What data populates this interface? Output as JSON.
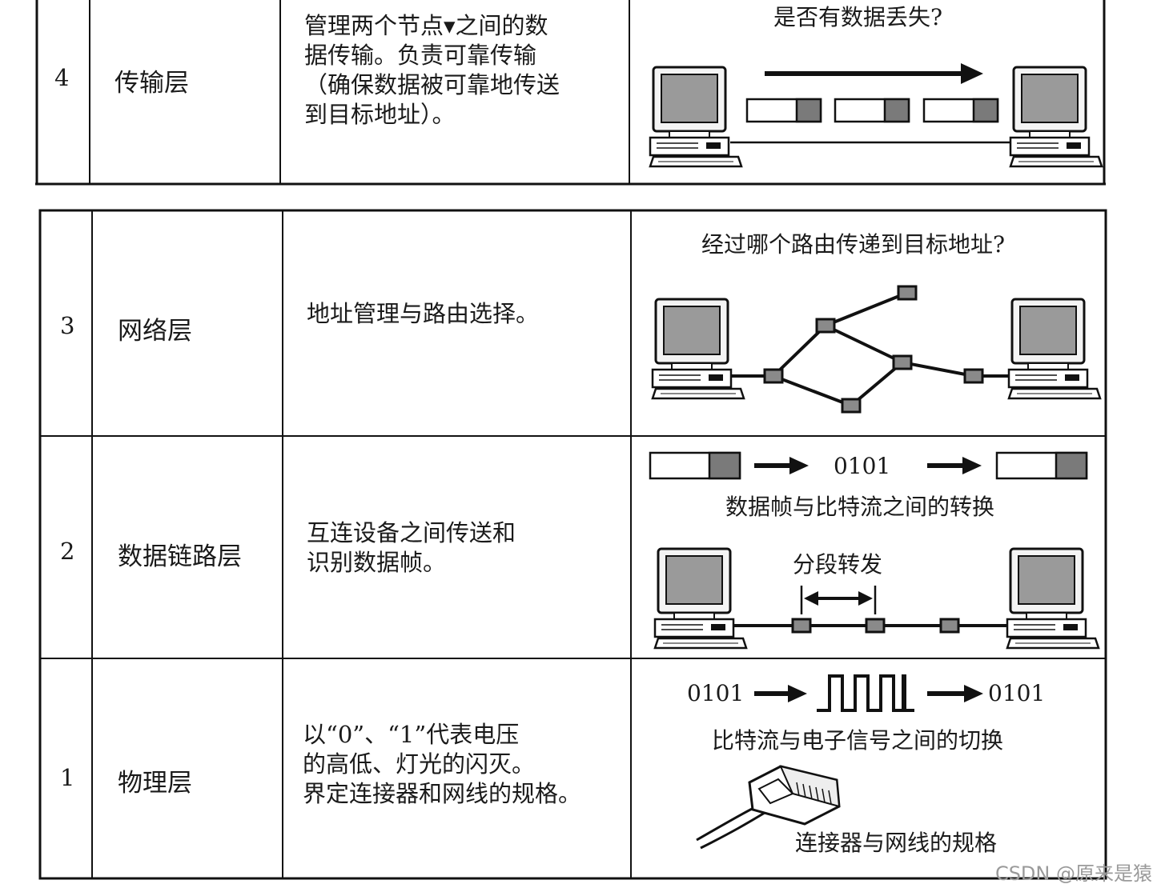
{
  "layers": [
    {
      "number": "4",
      "name": "传输层",
      "desc": [
        "管理两个节点▾之间的数",
        "据传输。负责可靠传输",
        "（确保数据被可靠地传送",
        "到目标地址）。"
      ],
      "diagram": {
        "caption": "是否有数据丢失?"
      }
    },
    {
      "number": "3",
      "name": "网络层",
      "desc": [
        "地址管理与路由选择。"
      ],
      "diagram": {
        "caption": "经过哪个路由传递到目标地址?"
      }
    },
    {
      "number": "2",
      "name": "数据链路层",
      "desc": [
        "互连设备之间传送和",
        "识别数据帧。"
      ],
      "diagram": {
        "bits": "0101",
        "caption_top": "数据帧与比特流之间的转换",
        "caption_mid": "分段转发"
      }
    },
    {
      "number": "1",
      "name": "物理层",
      "desc": [
        "以“0”、“1”代表电压",
        "的高低、灯光的闪灭。",
        "界定连接器和网线的规格。"
      ],
      "diagram": {
        "bits_in": "0101",
        "bits_out": "0101",
        "caption": "比特流与电子信号之间的切换",
        "caption_bottom": "连接器与网线的规格"
      }
    }
  ],
  "watermark": "CSDN @原来是猿"
}
